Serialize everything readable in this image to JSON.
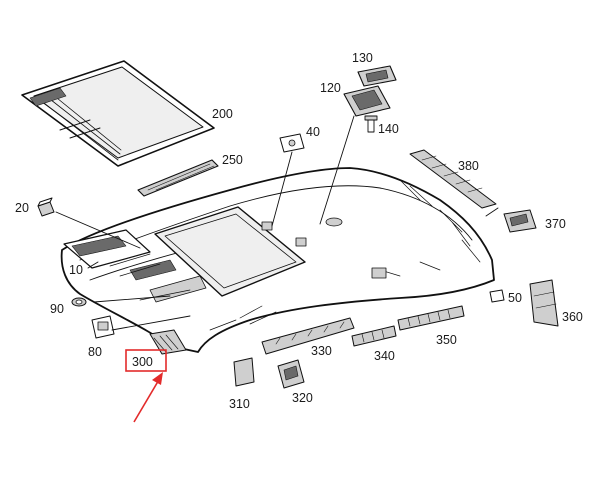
{
  "diagram": {
    "callouts": {
      "p10": "10",
      "p20": "20",
      "p40": "40",
      "p50": "50",
      "p80": "80",
      "p90": "90",
      "p120": "120",
      "p130": "130",
      "p140": "140",
      "p200": "200",
      "p250": "250",
      "p300": "300",
      "p310": "310",
      "p320": "320",
      "p330": "330",
      "p340": "340",
      "p350": "350",
      "p360": "360",
      "p370": "370",
      "p380": "380"
    },
    "highlighted_part": "300",
    "colors": {
      "line": "#111111",
      "highlight": "#e32b2b",
      "background": "#ffffff"
    }
  }
}
